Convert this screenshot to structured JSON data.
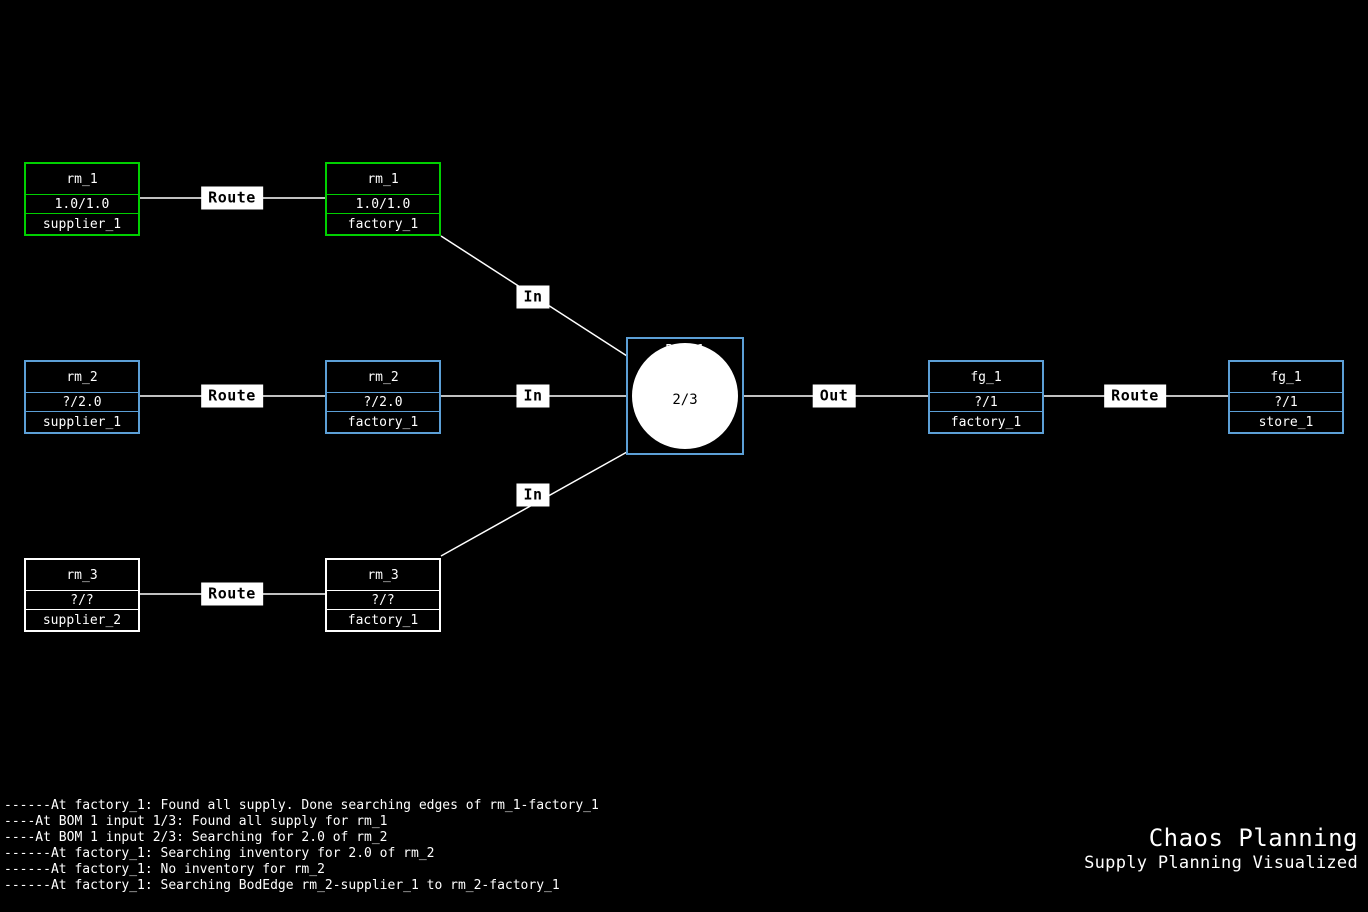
{
  "app": {
    "brand_title": "Chaos Planning",
    "brand_subtitle": "Supply Planning Visualized",
    "background": "#000000",
    "colors": {
      "satisfied": "#00d000",
      "partial": "#5c9fd6",
      "unknown": "#ffffff",
      "label_bg": "#ffffff",
      "label_fg": "#000000"
    }
  },
  "graph": {
    "nodes": [
      {
        "id": "rm_1-supplier_1",
        "title": "rm_1",
        "qty": "1.0/1.0",
        "location": "supplier_1",
        "status_color": "green"
      },
      {
        "id": "rm_1-factory_1",
        "title": "rm_1",
        "qty": "1.0/1.0",
        "location": "factory_1",
        "status_color": "green"
      },
      {
        "id": "rm_2-supplier_1",
        "title": "rm_2",
        "qty": "?/2.0",
        "location": "supplier_1",
        "status_color": "blue"
      },
      {
        "id": "rm_2-factory_1",
        "title": "rm_2",
        "qty": "?/2.0",
        "location": "factory_1",
        "status_color": "blue"
      },
      {
        "id": "rm_3-supplier_2",
        "title": "rm_3",
        "qty": "?/?",
        "location": "supplier_2",
        "status_color": "white"
      },
      {
        "id": "rm_3-factory_1",
        "title": "rm_3",
        "qty": "?/?",
        "location": "factory_1",
        "status_color": "white"
      },
      {
        "id": "fg_1-factory_1",
        "title": "fg_1",
        "qty": "?/1",
        "location": "factory_1",
        "status_color": "blue"
      },
      {
        "id": "fg_1-store_1",
        "title": "fg_1",
        "qty": "?/1",
        "location": "store_1",
        "status_color": "blue"
      }
    ],
    "bom": {
      "id": "BOM-1",
      "title": "BOM-1",
      "progress": "2/3"
    },
    "edge_labels": {
      "route_rm1": "Route",
      "route_rm2": "Route",
      "route_rm3": "Route",
      "route_fg": "Route",
      "in_rm1": "In",
      "in_rm2": "In",
      "in_rm3": "In",
      "out_fg": "Out"
    }
  },
  "log": {
    "lines": [
      "------At factory_1: Found all supply. Done searching edges of rm_1-factory_1",
      "----At BOM 1 input 1/3: Found all supply for rm_1",
      "----At BOM 1 input 2/3: Searching for 2.0 of rm_2",
      "------At factory_1: Searching inventory for 2.0 of rm_2",
      "------At factory_1: No inventory for rm_2",
      "------At factory_1: Searching BodEdge rm_2-supplier_1 to rm_2-factory_1"
    ]
  }
}
